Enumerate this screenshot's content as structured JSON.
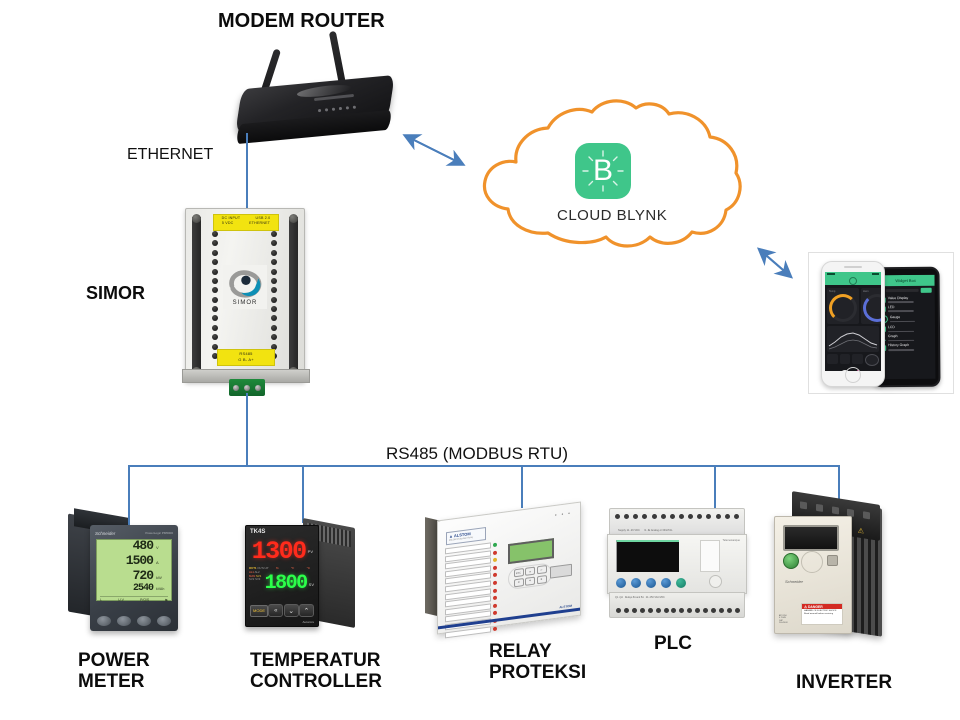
{
  "diagram": {
    "background_color": "#ffffff",
    "line_color": "#4a7ebb",
    "arrow_color": "#4a7ebb",
    "cloud_outline_color": "#f0922b",
    "blynk_green": "#3fc68a",
    "label_yellow": "#f2e310"
  },
  "labels": {
    "modem_router": "MODEM ROUTER",
    "ethernet": "ETHERNET",
    "simor": "SIMOR",
    "rs485_bus": "RS485 (MODBUS RTU)",
    "power_meter": "POWER\nMETER",
    "temperature_controller": "TEMPERATUR\nCONTROLLER",
    "relay_proteksi": "RELAY\nPROTEKSI",
    "plc": "PLC",
    "inverter": "INVERTER"
  },
  "cloud": {
    "caption": "CLOUD BLYNK",
    "logo_letter": "B"
  },
  "simor_device": {
    "brand_text": "SIMOR",
    "top_label": {
      "line1_left": "DC INPUT",
      "line1_right": "USB 2.0",
      "line2_left": "5 VDC",
      "line2_right": "ETHERNET"
    },
    "bottom_label": {
      "line1": "RS485",
      "line2": "G  B-  A+"
    }
  },
  "power_meter": {
    "brand": "Schneider",
    "model": "PowerLogic PM5000",
    "readings": [
      {
        "value": "480",
        "unit": "V"
      },
      {
        "value": "1500",
        "unit": "A"
      },
      {
        "value": "720",
        "unit": "kW"
      },
      {
        "value": "2540",
        "unit": "kVAh"
      }
    ],
    "status_row": [
      "L",
      "U-V",
      "P/Q/S"
    ],
    "display_color": "#b9dd8f"
  },
  "temperature_controller": {
    "model": "TK4S",
    "brand": "Autonics",
    "pv_value": "1300",
    "pv_color": "#ff2b1c",
    "sv_value": "1800",
    "sv_color": "#2bff4a",
    "pv_tag": "PV",
    "sv_tag": "SV",
    "indicators": [
      "OUT1",
      "OUT2",
      "AT",
      "AL1",
      "AL2",
      "MAN",
      "SV1",
      "SV2",
      "SV3"
    ],
    "unit_marks": [
      "%",
      "°F",
      "°C"
    ],
    "keys": [
      "MODE",
      "«",
      "⌄",
      "⌃"
    ]
  },
  "relay_proteksi": {
    "display_color": "#86c26a",
    "led_count": 12,
    "keypad_keys": [
      "ESC",
      "▲",
      "↵",
      "◄",
      "▼",
      "►"
    ],
    "stripe_color": "#1f3f8f"
  },
  "plc": {
    "brand": "Telemecanique",
    "type": "smart-relay",
    "button_color": "#2d74b5",
    "screen_color": "#0d0d0d",
    "top_terminals": 14,
    "bottom_terminals": 16
  },
  "inverter": {
    "brand": "Schneider",
    "model": "Altivar",
    "face_color": "#efe9dd",
    "knob_color": "#4da14d",
    "warning_label_color": "#d32b23"
  },
  "phones": {
    "iphone": {
      "header_color": "#3fc68a",
      "body_color": "#17181c",
      "gauge1_color": "#f0a024",
      "gauge2_color": "#5b6fd8",
      "gauge1_value": "26.5%",
      "gauge2_value": "81%"
    },
    "android": {
      "header_title": "Widget Box",
      "widgets": [
        "Value Display",
        "LED",
        "Gauge",
        "LCD",
        "Graph",
        "History Graph"
      ],
      "accent_color": "#3fc68a"
    }
  },
  "connections": [
    {
      "from": "modem-router",
      "to": "simor",
      "label": "ETHERNET",
      "style": "solid"
    },
    {
      "from": "modem-router",
      "to": "cloud-blynk",
      "style": "double-arrow"
    },
    {
      "from": "cloud-blynk",
      "to": "phones",
      "style": "double-arrow"
    },
    {
      "from": "simor",
      "to": "rs485-bus",
      "label": "RS485 (MODBUS RTU)",
      "style": "solid"
    },
    {
      "from": "rs485-bus",
      "to": "power-meter",
      "style": "solid"
    },
    {
      "from": "rs485-bus",
      "to": "temperature-controller",
      "style": "solid"
    },
    {
      "from": "rs485-bus",
      "to": "relay-proteksi",
      "style": "solid"
    },
    {
      "from": "rs485-bus",
      "to": "plc",
      "style": "solid"
    },
    {
      "from": "rs485-bus",
      "to": "inverter",
      "style": "solid"
    }
  ]
}
